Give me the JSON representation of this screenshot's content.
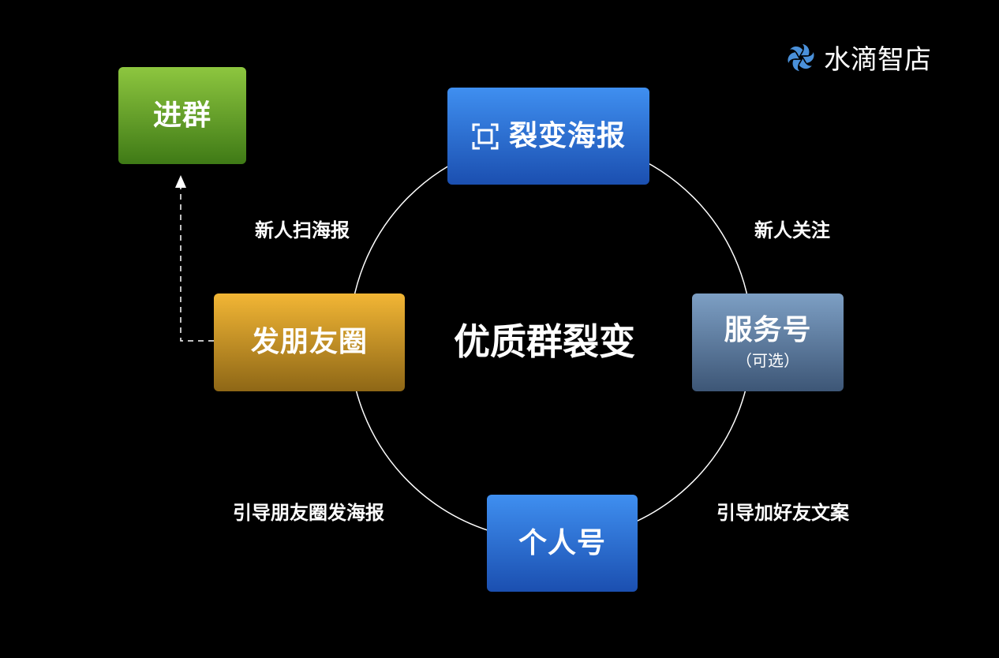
{
  "brand": {
    "name": "水滴智店",
    "logo": "pinwheel-logo",
    "logo_color": "#4a90d9"
  },
  "center_title": "优质群裂变",
  "nodes": {
    "poster": {
      "label": "裂变海报",
      "icon": "scan-frame-icon",
      "color": "#2f74d8"
    },
    "group": {
      "label": "进群",
      "color": "#6aa32c"
    },
    "service": {
      "label": "服务号",
      "sub": "（可选）",
      "color": "#5b7aa0"
    },
    "moments": {
      "label": "发朋友圈",
      "color": "#c99222"
    },
    "personal": {
      "label": "个人号",
      "color": "#2f74d8"
    }
  },
  "edges": {
    "scan": "新人扫海报",
    "follow": "新人关注",
    "moments_guide": "引导朋友圈发海报",
    "friend_guide": "引导加好友文案"
  }
}
